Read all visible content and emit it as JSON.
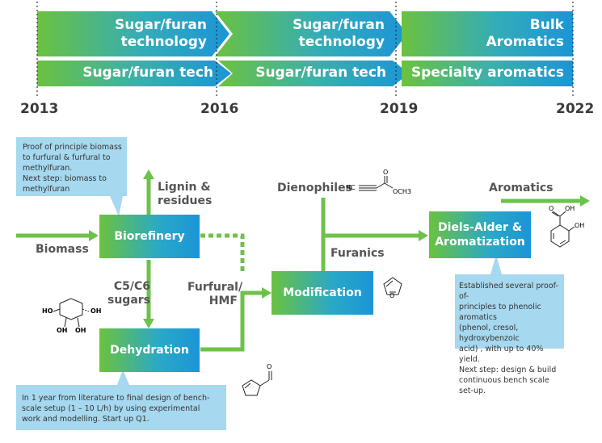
{
  "timeline": {
    "years": [
      "2013",
      "2016",
      "2019",
      "2022"
    ],
    "row1": [
      "Sugar/furan technology",
      "Sugar/furan technology",
      "Bulk Aromatics"
    ],
    "row1_lines": [
      [
        "Sugar/furan",
        "technology"
      ],
      [
        "Sugar/furan",
        "technology"
      ],
      [
        "Bulk",
        "Aromatics"
      ]
    ],
    "row2": [
      "Sugar/furan tech",
      "Sugar/furan tech",
      "Specialty aromatics"
    ]
  },
  "flow": {
    "biomass": "Biomass",
    "biorefinery": "Biorefinery",
    "lignin": [
      "Lignin &",
      "residues"
    ],
    "c5c6": [
      "C5/C6",
      "sugars"
    ],
    "dehydration": "Dehydration",
    "furfural": [
      "Furfural/",
      "HMF"
    ],
    "modification": "Modification",
    "dienophiles": "Dienophiles",
    "furanics": "Furanics",
    "diels": [
      "Diels-Alder &",
      "Aromatization"
    ],
    "aromatics": "Aromatics"
  },
  "notes": {
    "biorefinery": "Proof of principle biomass to furfural & furfural to methylfuran. Next step: biomass to methylfuran",
    "biorefinery_lines": [
      "Proof of principle biomass",
      "to furfural & furfural to",
      "methylfuran.",
      "Next step: biomass to",
      "methylfuran"
    ],
    "dehydration": "In 1 year from literature to final design of bench-scale setup (1 – 10 L/h) by using experimental work and modelling. Start up Q1.",
    "dehydration_lines": [
      "In 1 year from literature to final design of bench-",
      "scale setup  (1 – 10 L/h) by using experimental",
      "work and modelling. Start up Q1."
    ],
    "diels": "Established several proof-of-principles to phenolic aromatics (phenol, cresol, hydroxybenzoic acid), with up to 40% yield. Next step: design & build continuous bench scale set-up.",
    "diels_lines": [
      "Established several proof-of-",
      "principles to phenolic aromatics",
      "(phenol, cresol, hydroxybenzoic",
      "acid) , with up to 40% yield.",
      "Next step: design & build",
      "continuous bench scale set-up."
    ]
  },
  "chem": {
    "sugar": [
      "HO",
      "OH",
      "OH",
      "OH"
    ],
    "alkyne": [
      "HC",
      "O",
      "OCH3"
    ],
    "salicylic": [
      "O",
      "OH",
      "OH"
    ],
    "furfural_o": "O",
    "furan_o": "O"
  },
  "colors": {
    "green": "#6bc23f",
    "blue": "#1b95d6",
    "note": "#a6d8ef"
  }
}
